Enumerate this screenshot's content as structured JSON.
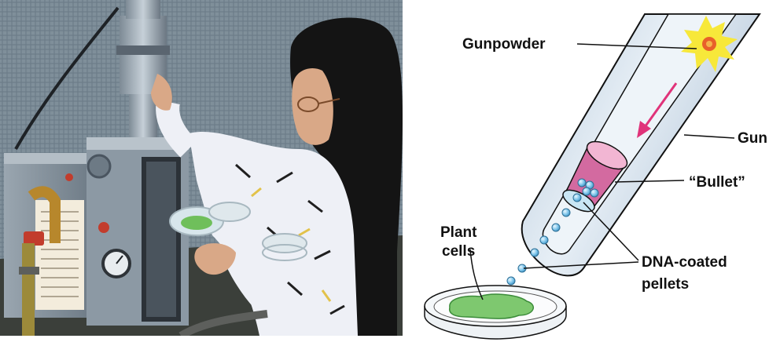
{
  "labels": {
    "gunpowder": "Gunpowder",
    "gun": "Gun",
    "bullet": "“Bullet”",
    "plant_line1": "Plant",
    "plant_line2": "cells",
    "pellets_line1": "DNA-coated",
    "pellets_line2": "pellets"
  },
  "colors": {
    "barrel": "#c9d8e6",
    "bullet": "#d36aa0",
    "pellet": "#7cc4ea",
    "cells": "#7ec86f",
    "arrow": "#e0337a",
    "flash": "#f7e83a"
  }
}
